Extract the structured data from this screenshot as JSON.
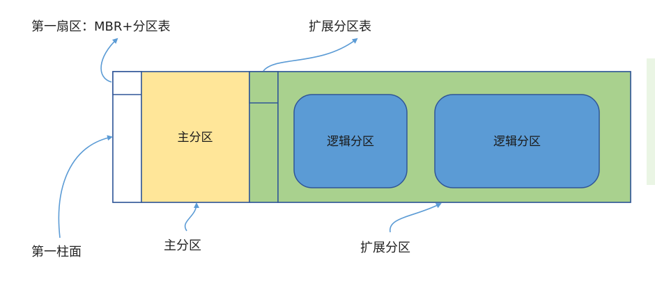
{
  "labels": {
    "first_sector": "第一扇区：MBR+分区表",
    "extended_partition_table": "扩展分区表",
    "first_cylinder": "第一柱面",
    "primary_partition_bottom": "主分区",
    "extended_partition_bottom": "扩展分区"
  },
  "blocks": {
    "primary_partition": "主分区",
    "logical_partition_1": "逻辑分区",
    "logical_partition_2": "逻辑分区"
  },
  "colors": {
    "primary_fill": "#ffe699",
    "extended_fill": "#a9d18e",
    "logical_fill": "#5b9bd5",
    "border": "#2f5597",
    "arrow": "#5b9bd5",
    "right_panel_fill": "#eaf5e4"
  }
}
